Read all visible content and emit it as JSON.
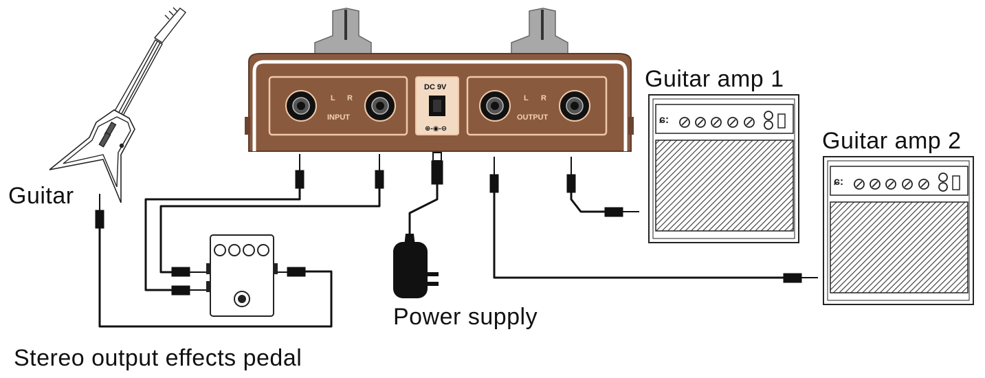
{
  "labels": {
    "guitar": "Guitar",
    "amp1": "Guitar amp 1",
    "amp2": "Guitar amp 2",
    "power": "Power supply",
    "effects": "Stereo output effects pedal"
  },
  "pedal": {
    "input_label": "INPUT",
    "output_label": "OUTPUT",
    "left_label": "L",
    "right_label": "R",
    "dc_label": "DC 9V",
    "polarity": "⊕-◉-⊖"
  },
  "colors": {
    "pedal_body": "#8a5a3f",
    "panel_border": "#f0c9a8",
    "knob": "#a8a8a8",
    "cable": "#111111"
  }
}
